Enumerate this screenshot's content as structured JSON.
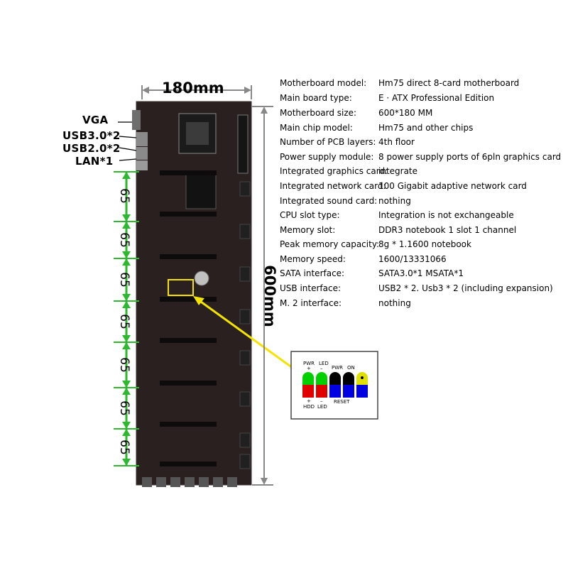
{
  "dimensions": {
    "width": "180mm",
    "height": "600mm",
    "slot_spacing": [
      "65",
      "65",
      "65",
      "65",
      "65",
      "65",
      "65"
    ]
  },
  "ports": [
    "VGA",
    "USB3.0*2",
    "USB2.0*2",
    "LAN*1"
  ],
  "specs": [
    {
      "key": "Motherboard model:",
      "value": "Hm75 direct 8-card motherboard"
    },
    {
      "key": "Main board type:",
      "value": "E · ATX Professional Edition"
    },
    {
      "key": "Motherboard size:",
      "value": "600*180 MM"
    },
    {
      "key": "Main chip model:",
      "value": "Hm75 and other chips"
    },
    {
      "key": "Number of PCB layers:",
      "value": "4th floor"
    },
    {
      "key": "Power supply module:",
      "value": "8 power supply ports of 6pln graphics card"
    },
    {
      "key": "Integrated graphics card:",
      "value": "integrate"
    },
    {
      "key": "Integrated network card:",
      "value": "100 Gigabit adaptive network card"
    },
    {
      "key": "Integrated sound card:",
      "value": "nothing"
    },
    {
      "key": "CPU slot type:",
      "value": "Integration is not exchangeable"
    },
    {
      "key": "Memory slot:",
      "value": "DDR3 notebook 1 slot 1 channel"
    },
    {
      "key": "Peak memory capacity:",
      "value": "8g * 1.1600 notebook"
    },
    {
      "key": "Memory speed:",
      "value": "1600/13331066"
    },
    {
      "key": "SATA interface:",
      "value": "SATA3.0*1 MSATA*1"
    },
    {
      "key": "USB interface:",
      "value": "USB2 * 2. Usb3 * 2 (including expansion)"
    },
    {
      "key": "M. 2 interface:",
      "value": "nothing"
    }
  ],
  "front_panel": {
    "top_labels": [
      "PWR",
      "LED",
      "PWR",
      "ON"
    ],
    "plus_minus_top": [
      "+",
      "–"
    ],
    "plus_minus_bottom": [
      "+",
      "–"
    ],
    "bottom_labels": [
      "HDD",
      "LED",
      "RESET"
    ]
  },
  "colors": {
    "board": "#2a2020",
    "slot": "#0d0b0b",
    "green_arrow": "#2db82d",
    "highlight": "#f2e400",
    "pin_green": "#00d000",
    "pin_red": "#e00000",
    "pin_black": "#000000",
    "pin_blue": "#0000e0",
    "pin_yellow": "#e0e000"
  }
}
